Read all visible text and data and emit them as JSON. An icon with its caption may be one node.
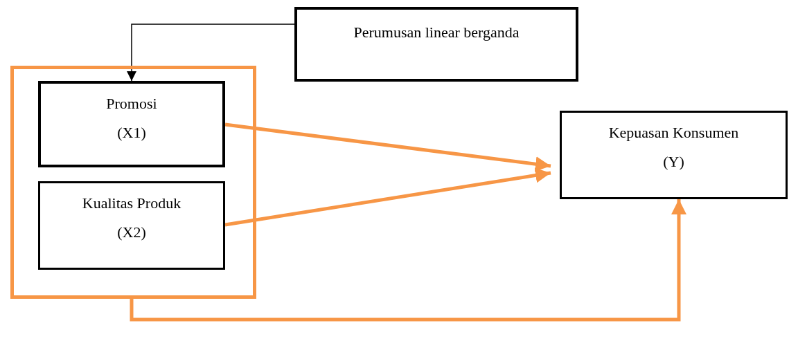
{
  "diagram": {
    "nodes": [
      {
        "text": [
          "Perumusan linear berganda"
        ]
      },
      {
        "text": [],
        "shape": "box"
      },
      {
        "text": [
          "Promosi",
          "(X1)"
        ],
        "in": 1
      },
      {
        "text": [
          "Kualitas Produk",
          "(X2)"
        ],
        "in": 1
      },
      {
        "text": [
          "Kepuasan Konsumen",
          "(Y)"
        ]
      }
    ],
    "edges": [
      {
        "from": 0,
        "to": 2,
        "arrow": "to",
        "color": "#000000"
      },
      {
        "from": 2,
        "to": 4,
        "arrow": "to"
      },
      {
        "from": 3,
        "to": 4,
        "arrow": "to"
      },
      {
        "from": 1,
        "to": 4,
        "arrow": "to"
      }
    ]
  }
}
